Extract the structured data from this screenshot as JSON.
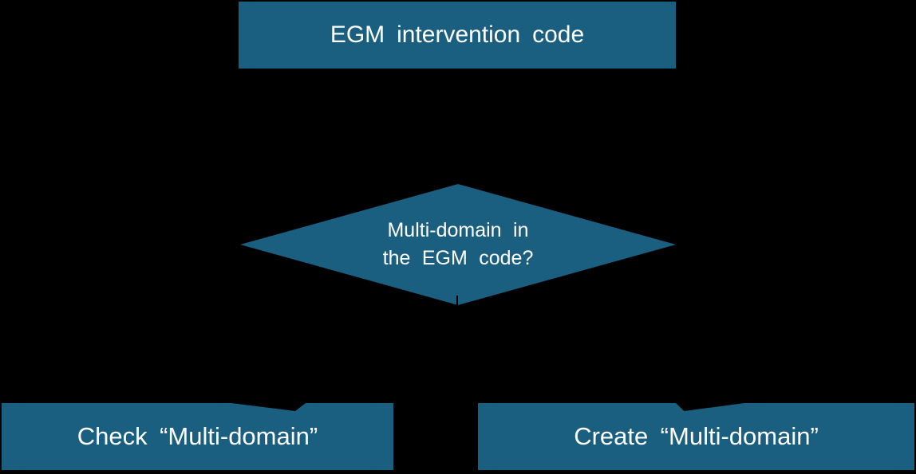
{
  "diagram": {
    "type": "flowchart",
    "background_color": "#000000",
    "shape_fill_color": "#1A5F80",
    "text_color": "#FFFFFF",
    "nodes": {
      "start": {
        "label": "EGM intervention code",
        "shape": "rectangle"
      },
      "decision": {
        "shape": "diamond",
        "line1": "Multi-domain in",
        "line2": "the EGM code?"
      },
      "outcome_left": {
        "label": "Check “Multi-domain”",
        "shape": "rectangle"
      },
      "outcome_right": {
        "label": "Create “Multi-domain”",
        "shape": "rectangle"
      }
    },
    "edges": [
      {
        "from": "start",
        "to": "decision"
      },
      {
        "from": "decision",
        "to": "outcome_left"
      },
      {
        "from": "decision",
        "to": "outcome_right"
      }
    ]
  }
}
